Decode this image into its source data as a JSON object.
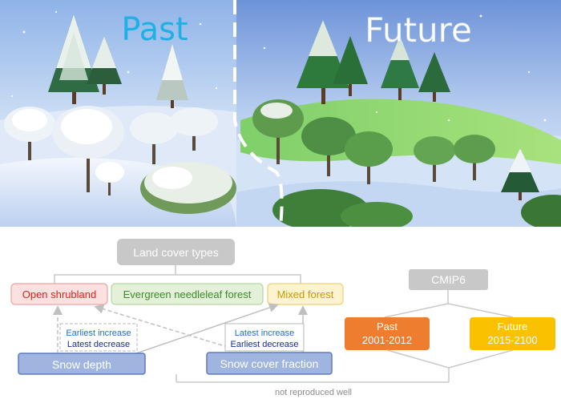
{
  "illustration": {
    "past_label": "Past",
    "future_label": "Future",
    "colors": {
      "past_label": "#1fb0e6",
      "future_label": "#ffffff",
      "divider": "#ffffff"
    }
  },
  "diagram": {
    "land_cover_title": "Land cover types",
    "land_cover_items": {
      "open_shrubland": "Open shrubland",
      "evergreen_forest": "Evergreen needleleaf forest",
      "mixed_forest": "Mixed forest"
    },
    "snow_depth": "Snow depth",
    "snow_cover_fraction": "Snow cover fraction",
    "left_note": {
      "line1": "Earliest increase",
      "line2": "Latest decrease"
    },
    "right_note": {
      "line1": "Latest increase",
      "line2": "Earliest decrease"
    },
    "footer_note": "not reproduced well",
    "cmip6": "CMIP6",
    "past": {
      "label": "Past",
      "years": "2001-2012"
    },
    "future": {
      "label": "Future",
      "years": "2015-2100"
    },
    "colors": {
      "gray_box": "#c8c8c8",
      "shrub_fill": "#fde0e0",
      "shrub_border": "#e9a5a5",
      "shrub_text": "#e02020",
      "evergreen_fill": "#e3f1d8",
      "evergreen_border": "#b7d7a0",
      "evergreen_text": "#3c8a2a",
      "mixed_fill": "#fdf3cf",
      "mixed_border": "#e8d27a",
      "mixed_text": "#c99a00",
      "snow_fill": "#9fb5df",
      "snow_border": "#5e7bbd",
      "note_blue": "#1e6fd0",
      "note_navy": "#1a2a9a",
      "past_fill": "#ee7d2f",
      "future_fill": "#f9c100",
      "connector": "#c8c8c8"
    }
  }
}
